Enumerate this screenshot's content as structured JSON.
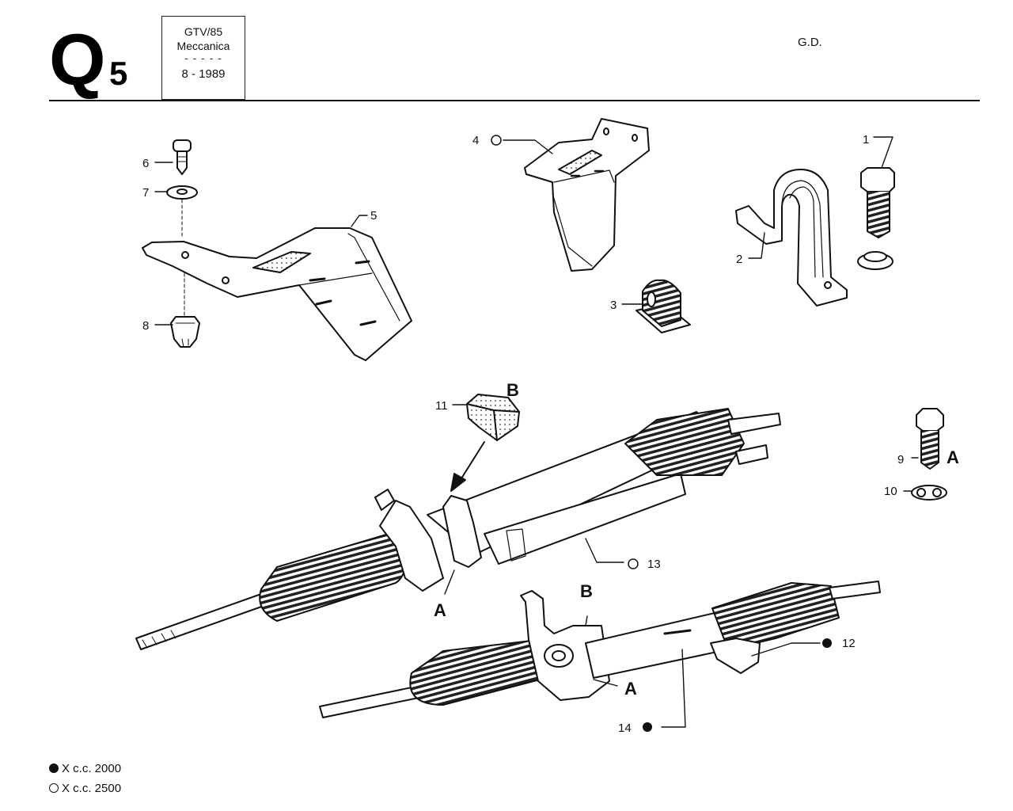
{
  "header": {
    "letter": "Q",
    "number": "5",
    "box": {
      "line1": "GTV/85",
      "line2": "Meccanica",
      "separator": "- - - - -",
      "date": "8 - 1989"
    },
    "right_code": "G.D."
  },
  "callouts": {
    "c1": "1",
    "c2": "2",
    "c3": "3",
    "c4": "4",
    "c5": "5",
    "c6": "6",
    "c7": "7",
    "c8": "8",
    "c9": "9",
    "c10": "10",
    "c11": "11",
    "c12": "12",
    "c13": "13",
    "c14": "14"
  },
  "letters": {
    "a": "A",
    "b": "B"
  },
  "legend": [
    {
      "marker": "filled",
      "text": "X c.c. 2000"
    },
    {
      "marker": "hollow",
      "text": "X c.c. 2500"
    }
  ]
}
